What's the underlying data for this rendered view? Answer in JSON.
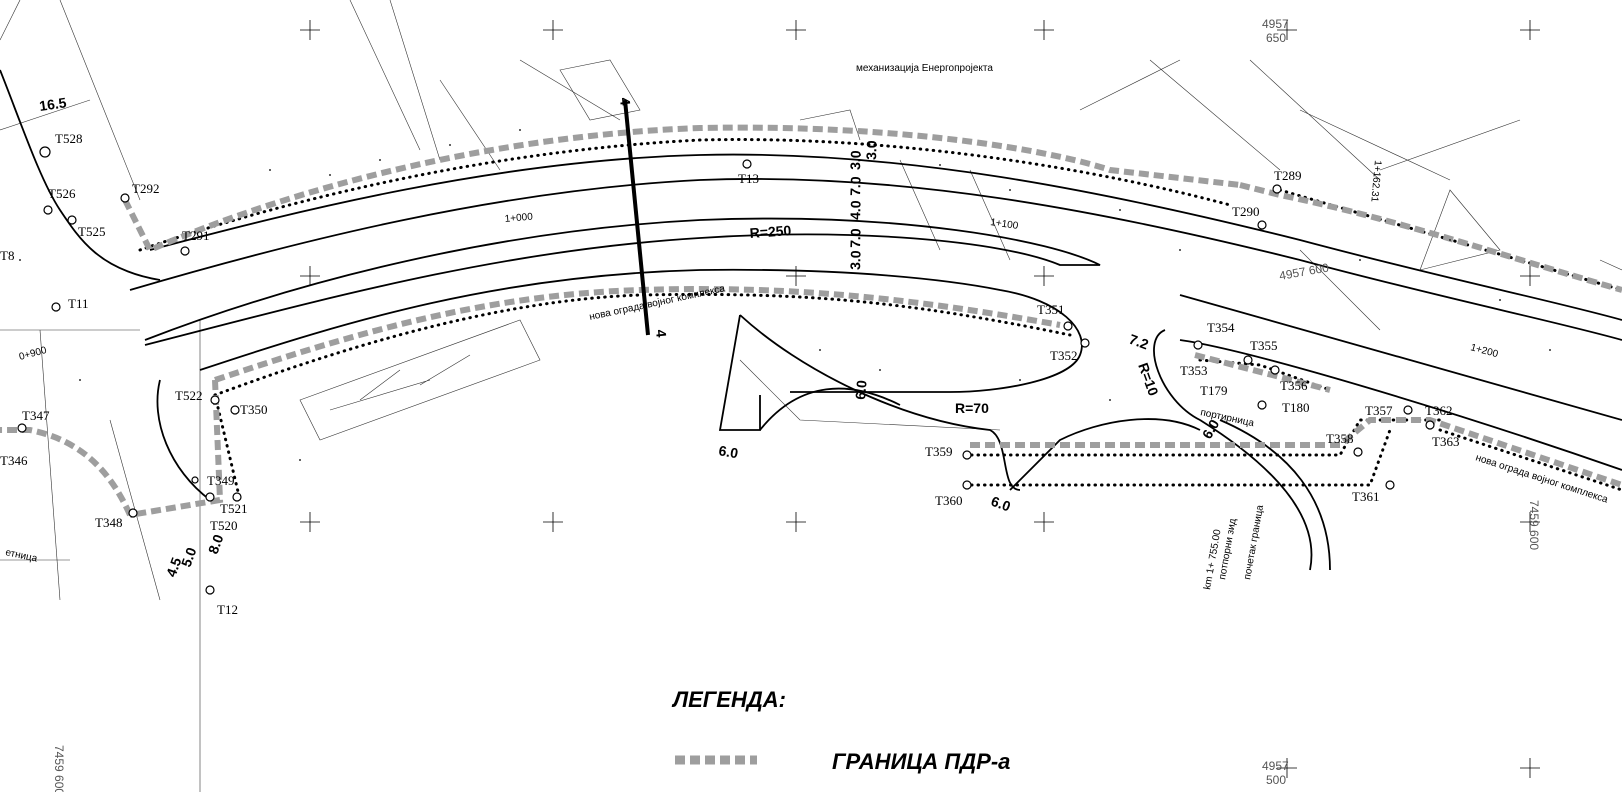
{
  "labels": {
    "company": "механизација Енергопројекта",
    "fence_left": "нова ограда војног комплекса",
    "fence_right": "нова ограда војног комплекса",
    "lodge": "портирница",
    "street": "етница",
    "station_a": "km 1+ 755.00",
    "station_b": "1+162.31",
    "pdr_note": "почетак граница",
    "retaining": "потпорни зид"
  },
  "radii": {
    "main": "R=250",
    "ramp": "R=70",
    "small": "R=10"
  },
  "dimensions": [
    "16.5",
    "3.0",
    "7.0",
    "4.0",
    "7.0",
    "3.0",
    "3.0",
    "6.0",
    "6.0",
    "6.0",
    "7.2",
    "4.5",
    "5.0",
    "8.0",
    "6.0"
  ],
  "sections": [
    "4",
    "4"
  ],
  "chainage": [
    "1+000",
    "1+100",
    "1+200",
    "0+900"
  ],
  "points": [
    "T528",
    "T526",
    "T525",
    "T292",
    "T291",
    "T11",
    "T522",
    "T350",
    "T347",
    "T346",
    "T348",
    "T349",
    "T521",
    "T520",
    "T12",
    "T13",
    "T351",
    "T352",
    "T354",
    "T355",
    "T179",
    "T356",
    "T180",
    "T357",
    "T358",
    "T359",
    "T360",
    "T361",
    "T362",
    "T363",
    "T289",
    "T290",
    "T353",
    "T8"
  ],
  "coords": {
    "top_northing": "4957",
    "top_easting": "650",
    "bottom_northing": "4957",
    "bottom_easting": "500",
    "mid_value": "4957 600",
    "right_value": "7459 600",
    "bottom_value": "7459 600"
  },
  "legend": {
    "title": "ЛЕГЕНДА:",
    "boundary_label": "ГРАНИЦА ПДР-а"
  },
  "colors": {
    "boundary": "#9e9e9e",
    "line": "#000000",
    "thin": "#333333"
  }
}
